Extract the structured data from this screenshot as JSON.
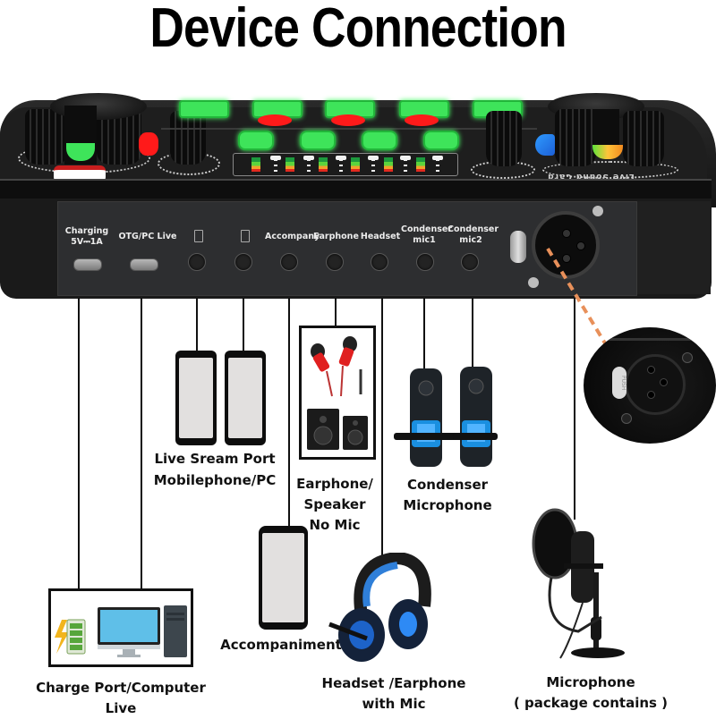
{
  "title": "Device Connection",
  "device": {
    "top_label": "Live Sound Card",
    "colors": {
      "led_green": "#3ee45a",
      "led_red": "#ff1a1a",
      "body": "#1a1a1a",
      "panel": "#2d2e30",
      "xlr_dash": "#e8905a"
    },
    "ports": [
      {
        "label": "Charging\n5V⎓1A",
        "type": "usb"
      },
      {
        "label": "OTG/PC Live",
        "type": "usb"
      },
      {
        "label": "",
        "type": "jack",
        "icon": "phone-icon"
      },
      {
        "label": "",
        "type": "jack",
        "icon": "phone-icon"
      },
      {
        "label": "Accompany",
        "type": "jack"
      },
      {
        "label": "Earphone",
        "type": "jack"
      },
      {
        "label": "Headset",
        "type": "jack"
      },
      {
        "label": "Condenser\nmic1",
        "type": "jack"
      },
      {
        "label": "Condenser\nmic2",
        "type": "jack"
      },
      {
        "label": "",
        "type": "xlr"
      }
    ],
    "xlr_push_label": "PUSH"
  },
  "captions": {
    "live_stream": [
      "Live Sream Port",
      "Mobilephone/PC"
    ],
    "earphone_speaker": [
      "Earphone/",
      "Speaker",
      "No Mic"
    ],
    "condenser_mic": [
      "Condenser",
      "Microphone"
    ],
    "charge_computer": [
      "Charge Port/Computer",
      "Live"
    ],
    "accompaniment": "Accompaniment",
    "headset": [
      "Headset /Earphone",
      "with Mic"
    ],
    "microphone": [
      "Microphone",
      "( package contains )"
    ]
  }
}
